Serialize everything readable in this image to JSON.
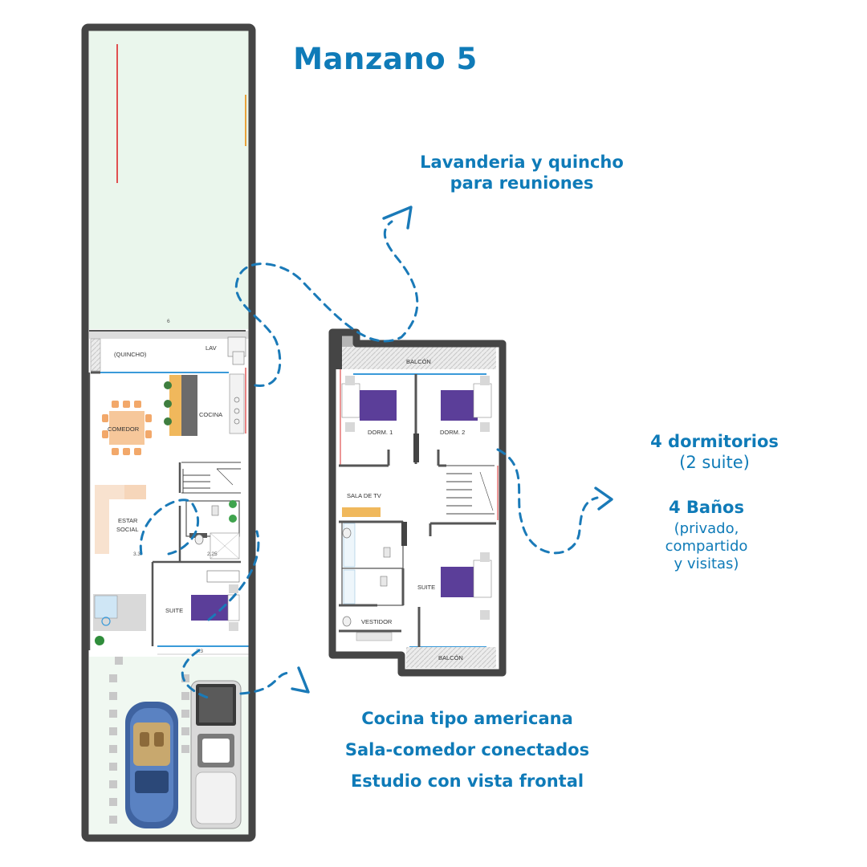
{
  "title": "Manzano 5",
  "callouts": {
    "lavanderia_line1": "Lavanderia y quincho",
    "lavanderia_line2": "para reuniones",
    "dormitorios_title": "4 dormitorios",
    "dormitorios_sub": "(2 suite)",
    "banos_title": "4 Baños",
    "banos_sub1": "(privado,",
    "banos_sub2": "compartido",
    "banos_sub3": "y visitas)",
    "features_line1": "Cocina tipo americana",
    "features_line2": "Sala-comedor conectados",
    "features_line3": "Estudio con vista frontal"
  },
  "ground_floor": {
    "quincho": "(QUINCHO)",
    "lav": "LAV",
    "cocina": "COCINA",
    "comedor": "COMEDOR",
    "estar_line1": "ESTAR",
    "estar_line2": "SOCIAL",
    "suite": "SUITE",
    "dim_yard": "6",
    "dim_estar": "3.3",
    "dim_bath": "2.25",
    "dim_front": "3.3"
  },
  "upper_floor": {
    "balcon_top": "BALCÓN",
    "dorm1": "DORM. 1",
    "dorm2": "DORM. 2",
    "sala_tv": "SALA DE TV",
    "suite": "SUITE",
    "vestidor": "VESTIDOR",
    "balcon_bottom": "BALCÓN"
  },
  "colors": {
    "accent_blue": "#0f7bb8",
    "wall": "#4a4a4a",
    "yard": "#eaf6ec",
    "bed": "#5b3e99"
  }
}
